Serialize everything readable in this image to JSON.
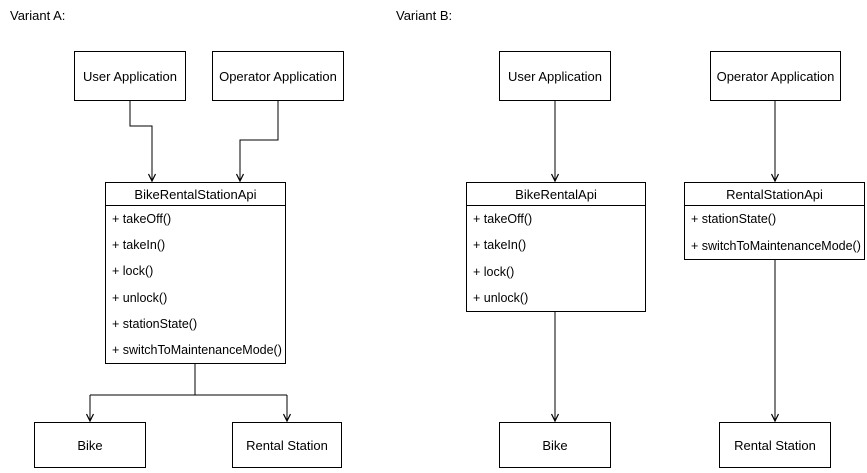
{
  "diagram": {
    "variant_a": {
      "label": "Variant A:",
      "user_app": "User Application",
      "operator_app": "Operator Application",
      "api": {
        "title": "BikeRentalStationApi",
        "methods": [
          "+ takeOff()",
          "+ takeIn()",
          "+ lock()",
          "+ unlock()",
          "+ stationState()",
          "+ switchToMaintenanceMode()"
        ]
      },
      "bike": "Bike",
      "rental_station": "Rental Station"
    },
    "variant_b": {
      "label": "Variant B:",
      "user_app": "User Application",
      "operator_app": "Operator Application",
      "bike_api": {
        "title": "BikeRentalApi",
        "methods": [
          "+ takeOff()",
          "+ takeIn()",
          "+ lock()",
          "+ unlock()"
        ]
      },
      "station_api": {
        "title": "RentalStationApi",
        "methods": [
          "+ stationState()",
          "+ switchToMaintenanceMode()"
        ]
      },
      "bike": "Bike",
      "rental_station": "Rental Station"
    },
    "colors": {
      "stroke": "#000000",
      "background": "#ffffff"
    }
  }
}
